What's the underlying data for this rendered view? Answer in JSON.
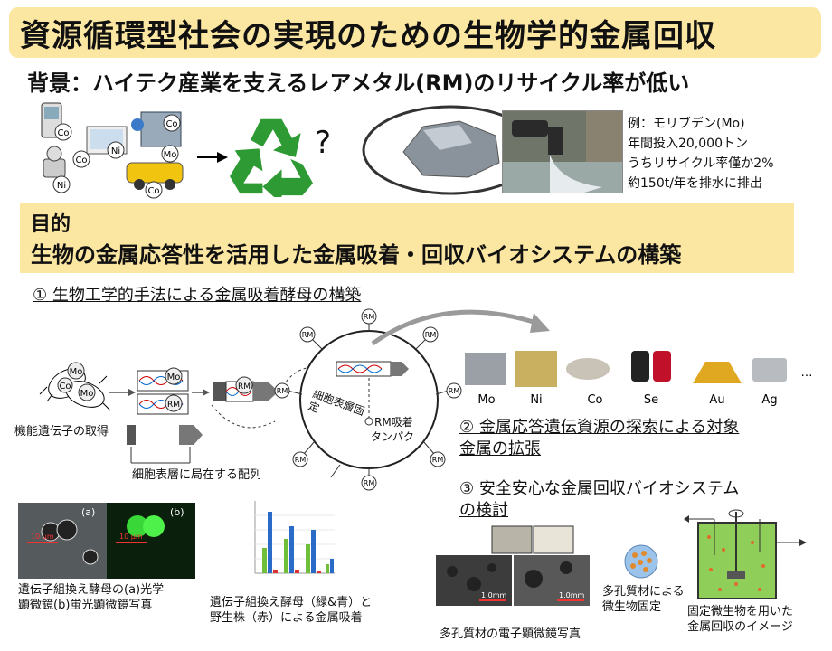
{
  "title": "資源循環型社会の実現のための生物学的金属回収",
  "background": "背景：ハイテク産業を支えるレアメタル(RM)のリサイクル率が低い",
  "example": {
    "line1": "例：モリブデン(Mo)",
    "line2": "年間投入20,000トン",
    "line3": "うちリサイクル率僅か2%",
    "line4": "約150t/年を排水に排出"
  },
  "question_mark": "?",
  "purpose": {
    "heading": "目的",
    "text": "生物の金属応答性を活用した金属吸着・回収バイオシステムの構築"
  },
  "section1": {
    "heading": "① 生物工学的手法による金属吸着酵母の構築",
    "gene_label": "機能遺伝子の取得",
    "surface_seq_label": "細胞表層に局在する配列",
    "surface_fix_label": "細胞表層固定",
    "protein_label1": "RM吸着",
    "protein_label2": "タンパク",
    "rm": "RM",
    "mo": "Mo",
    "co": "Co",
    "photo_a": "(a)",
    "photo_b": "(b)",
    "scale": "10 µm",
    "micro_caption1": "遺伝子組換え酵母の(a)光学",
    "micro_caption2": "顕微鏡(b)蛍光顕微鏡写真",
    "chart_caption1": "遺伝子組換え酵母（緑&青）と",
    "chart_caption2": "野生株（赤）による金属吸着"
  },
  "metals": [
    "Mo",
    "Ni",
    "Co",
    "Se",
    "Au",
    "Ag"
  ],
  "ellipsis": "…",
  "section2": {
    "line1": "② 金属応答遺伝資源の探索による対象",
    "line2": "金属の拡張"
  },
  "section3": {
    "line1": "③ 安全安心な金属回収バイオシステム",
    "line2": "の検討",
    "sem_scale": "1.0mm",
    "sem_caption": "多孔質材の電子顕微鏡写真",
    "porous_caption1": "多孔質材による",
    "porous_caption2": "微生物固定",
    "reactor_caption1": "固定微生物を用いた",
    "reactor_caption2": "金属回収のイメージ"
  },
  "devices": {
    "co": "Co",
    "ni": "Ni",
    "mo": "Mo"
  },
  "colors": {
    "banner": "#fbe6a2",
    "recycle": "#2e9a33",
    "arrow": "#888888"
  }
}
